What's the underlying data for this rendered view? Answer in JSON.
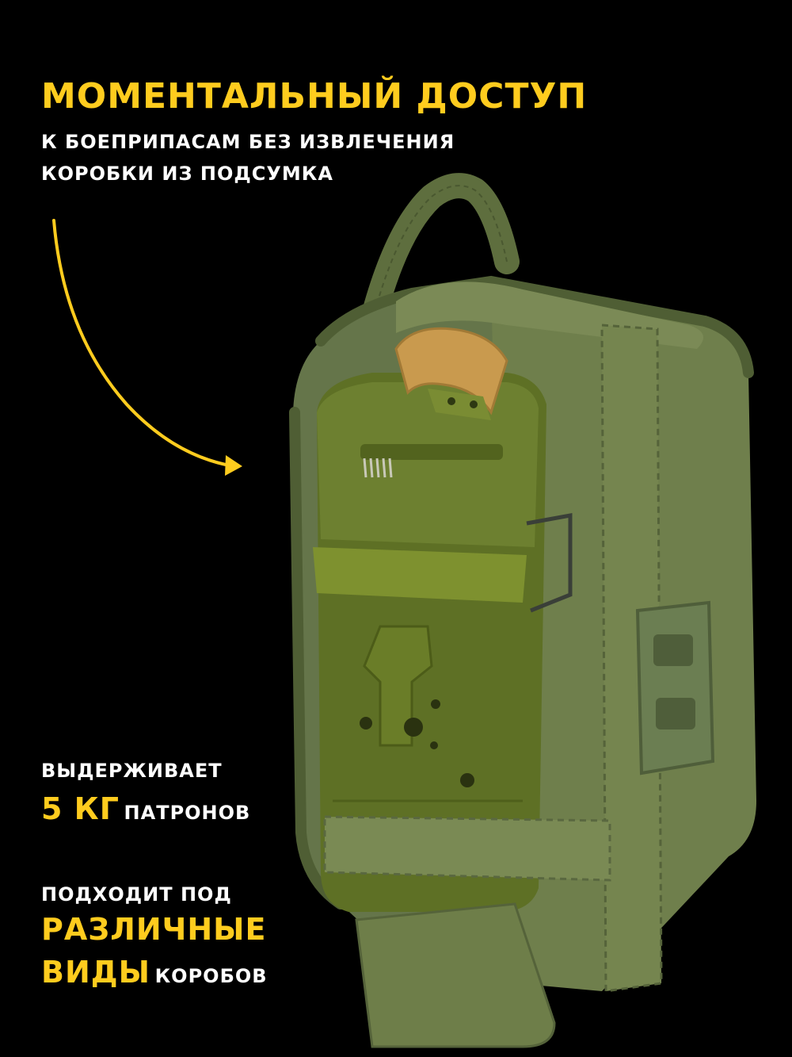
{
  "colors": {
    "background": "#000000",
    "accent": "#FFCC1E",
    "text": "#FFFFFF",
    "pouch_olive": "#6A7A48",
    "box_green": "#5C6E22",
    "handle_tan": "#C99A4E"
  },
  "header": {
    "title": "МОМЕНТАЛЬНЫЙ ДОСТУП",
    "subtitle_line1": "К БОЕПРИПАСАМ БЕЗ ИЗВЛЕЧЕНИЯ",
    "subtitle_line2": "КОРОБКИ ИЗ ПОДСУМКА"
  },
  "feature_capacity": {
    "line1": "ВЫДЕРЖИВАЕТ",
    "highlight": "5 КГ",
    "rest": "ПАТРОНОВ"
  },
  "feature_fit": {
    "line1": "ПОДХОДИТ ПОД",
    "highlight1": "РАЗЛИЧНЫЕ",
    "highlight2": "ВИДЫ",
    "rest": "КОРОБОВ"
  },
  "icons": {
    "arrow": "curved-arrow-icon"
  }
}
